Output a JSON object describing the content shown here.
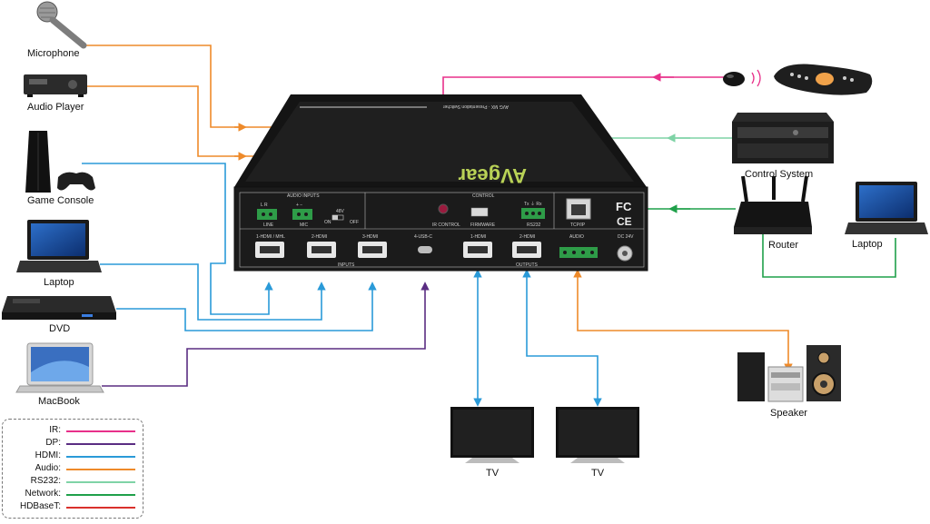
{
  "devices": {
    "microphone": "Microphone",
    "audio_player": "Audio Player",
    "game_console": "Game Console",
    "laptop_left": "Laptop",
    "dvd": "DVD",
    "macbook": "MacBook",
    "control_system": "Control System",
    "router": "Router",
    "laptop_right": "Laptop",
    "speaker": "Speaker",
    "tv1": "TV",
    "tv2": "TV"
  },
  "unit": {
    "brand": "AVgear",
    "audio_inputs": "AUDIO INPUTS",
    "control": "CONTROL",
    "line": "LINE",
    "mic": "MIC",
    "lr": "L   R",
    "plusminus": "+  −",
    "v48": "48V",
    "on": "ON",
    "off": "OFF",
    "ir_control": "IR CONTROL",
    "firmware": "FIRMWARE",
    "rs232": "RS232",
    "txrx": "Tx  ⏚  Rx",
    "tcpip": "TCP/IP",
    "hdmi_in1": "1-HDMI / MHL",
    "hdmi_in2": "2-HDMI",
    "hdmi_in3": "3-HDMI",
    "usbc": "4-USB-C",
    "inputs": "INPUTS",
    "hdmi_out1": "1-HDMI",
    "hdmi_out2": "2-HDMI",
    "outputs": "OUTPUTS",
    "audio": "AUDIO",
    "dc24v": "DC 24V",
    "fc": "FC",
    "ce": "CE"
  },
  "legend": [
    {
      "label": "IR:",
      "color": "#e8308a"
    },
    {
      "label": "DP:",
      "color": "#5a2d82"
    },
    {
      "label": "HDMI:",
      "color": "#2a9ad8"
    },
    {
      "label": "Audio:",
      "color": "#ee8a2a"
    },
    {
      "label": "RS232:",
      "color": "#7fd3a6"
    },
    {
      "label": "Network:",
      "color": "#1fa04a"
    },
    {
      "label": "HDBaseT:",
      "color": "#d9312c"
    }
  ],
  "colors": {
    "ir": "#e8308a",
    "dp": "#5a2d82",
    "hdmi": "#2a9ad8",
    "audio": "#ee8a2a",
    "rs232": "#7fd3a6",
    "network": "#1fa04a",
    "hdbaset": "#d9312c",
    "unit_body": "#1b1b1b",
    "brand": "#b9d256"
  },
  "icons": [
    "microphone-icon",
    "audio-player-icon",
    "game-console-icon",
    "laptop-icon",
    "dvd-player-icon",
    "macbook-icon",
    "ir-receiver-icon",
    "remote-control-icon",
    "control-system-icon",
    "router-icon",
    "speaker-icon",
    "tv-icon"
  ]
}
